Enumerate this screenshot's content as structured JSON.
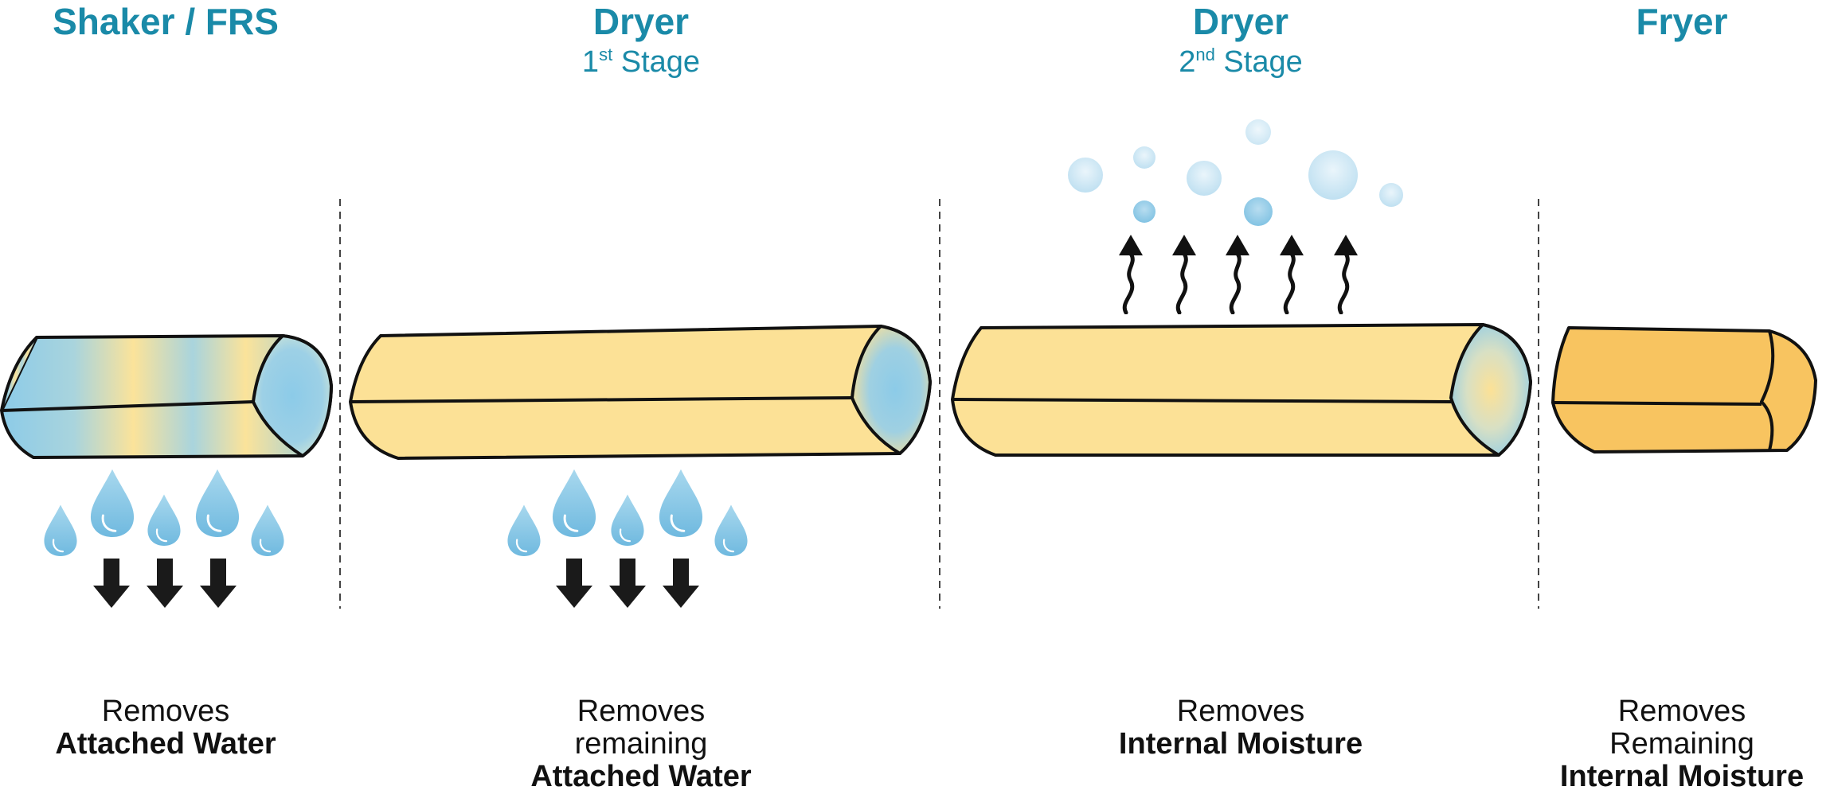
{
  "stages": [
    {
      "title": "Shaker / FRS",
      "subtitle_main": "",
      "subtitle_sup": "",
      "subtitle_rest": "",
      "desc_line1": "Removes",
      "desc_line2": "",
      "desc_bold": "Attached Water"
    },
    {
      "title": "Dryer",
      "subtitle_main": "1",
      "subtitle_sup": "st",
      "subtitle_rest": " Stage",
      "desc_line1": "Removes",
      "desc_line2": "remaining",
      "desc_bold": "Attached Water"
    },
    {
      "title": "Dryer",
      "subtitle_main": "2",
      "subtitle_sup": "nd",
      "subtitle_rest": " Stage",
      "desc_line1": "Removes",
      "desc_line2": "",
      "desc_bold": "Internal Moisture"
    },
    {
      "title": "Fryer",
      "subtitle_main": "",
      "subtitle_sup": "",
      "subtitle_rest": "",
      "desc_line1": "Removes",
      "desc_line2": "Remaining",
      "desc_bold": "Internal Moisture"
    }
  ],
  "colors": {
    "title": "#1a8aa8",
    "potato_light": "#fce196",
    "potato_fried": "#f8c460",
    "water": "#8ccbe8",
    "outline": "#111111"
  },
  "icons": {
    "water_drop": "water-drop-icon",
    "down_arrow": "down-arrow-icon",
    "steam_arrow": "steam-arrow-icon",
    "vapor_bubble": "vapor-bubble-icon"
  }
}
